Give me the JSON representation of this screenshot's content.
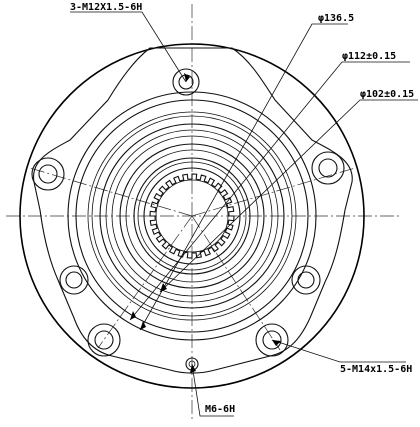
{
  "drawing": {
    "labels": {
      "thread_3": "3-M12X1.5-6H",
      "dia_136": "φ136.5",
      "dia_112": "φ112±0.15",
      "dia_102": "φ102±0.15",
      "thread_5": "5-M14x1.5-6H",
      "thread_m6": "M6-6H"
    }
  }
}
